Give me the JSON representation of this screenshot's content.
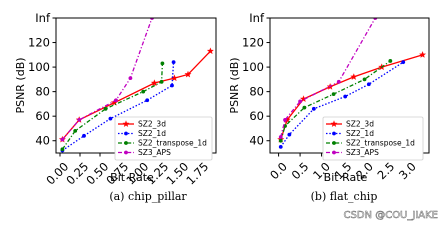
{
  "chart_data": [
    {
      "type": "line",
      "caption": "(a) chip_pillar",
      "xlabel": "Bit Rate",
      "ylabel": "PSNR (dB)",
      "xlim": [
        -0.05,
        1.95
      ],
      "ylim": [
        30,
        140
      ],
      "x_ticks": [
        0.0,
        0.25,
        0.5,
        0.75,
        1.0,
        1.25,
        1.5,
        1.75
      ],
      "x_tick_labels": [
        "0.00",
        "0.25",
        "0.50",
        "0.75",
        "1.00",
        "1.25",
        "1.50",
        "1.75"
      ],
      "y_ticks": [
        40,
        60,
        80,
        100,
        120,
        140
      ],
      "y_tick_labels": [
        "40",
        "60",
        "80",
        "100",
        "120",
        "Inf"
      ],
      "legend_position": "lower-right",
      "series": [
        {
          "name": "SZ2_3d",
          "color": "#ff0000",
          "dash": "solid",
          "marker": "star",
          "points": [
            [
              0.03,
              41
            ],
            [
              0.24,
              57
            ],
            [
              0.68,
              71
            ],
            [
              1.18,
              87
            ],
            [
              1.43,
              91
            ],
            [
              1.6,
              94
            ],
            [
              1.88,
              113
            ]
          ]
        },
        {
          "name": "SZ2_1d",
          "color": "#0000ff",
          "dash": "dotted",
          "marker": "circle",
          "points": [
            [
              0.03,
              32
            ],
            [
              0.3,
              44
            ],
            [
              0.63,
              58
            ],
            [
              1.09,
              73
            ],
            [
              1.4,
              85
            ],
            [
              1.42,
              104
            ]
          ]
        },
        {
          "name": "SZ2_transpose_1d",
          "color": "#008000",
          "dash": "dashdot",
          "marker": "circle",
          "points": [
            [
              0.03,
              33
            ],
            [
              0.19,
              48
            ],
            [
              0.57,
              66
            ],
            [
              1.04,
              80
            ],
            [
              1.27,
              88
            ],
            [
              1.28,
              103
            ]
          ]
        },
        {
          "name": "SZ3_APS",
          "color": "#c000c0",
          "dash": "dashdot",
          "marker": "circle",
          "points": [
            [
              0.03,
              41
            ],
            [
              0.24,
              57
            ],
            [
              0.7,
              73
            ],
            [
              0.88,
              91
            ],
            [
              1.15,
              140
            ]
          ]
        }
      ]
    },
    {
      "type": "line",
      "caption": "(b) flat_chip",
      "xlabel": "Bit Rate",
      "ylabel": "PSNR (dB)",
      "xlim": [
        -0.2,
        3.5
      ],
      "ylim": [
        30,
        140
      ],
      "x_ticks": [
        0.0,
        0.5,
        1.0,
        1.5,
        2.0,
        2.5,
        3.0
      ],
      "x_tick_labels": [
        "0.0",
        "0.5",
        "1.0",
        "1.5",
        "2.0",
        "2.5",
        "3.0"
      ],
      "y_ticks": [
        40,
        60,
        80,
        100,
        120,
        140
      ],
      "y_tick_labels": [
        "40",
        "60",
        "80",
        "100",
        "120",
        "Inf"
      ],
      "legend_position": "lower-right",
      "series": [
        {
          "name": "SZ2_3d",
          "color": "#ff0000",
          "dash": "solid",
          "marker": "star",
          "points": [
            [
              0.05,
              41
            ],
            [
              0.2,
              57
            ],
            [
              0.58,
              74
            ],
            [
              1.2,
              84
            ],
            [
              1.75,
              92
            ],
            [
              2.4,
              100
            ],
            [
              3.35,
              110
            ]
          ]
        },
        {
          "name": "SZ2_1d",
          "color": "#0000ff",
          "dash": "dotted",
          "marker": "circle",
          "points": [
            [
              0.05,
              35
            ],
            [
              0.25,
              45
            ],
            [
              0.82,
              66
            ],
            [
              1.55,
              76
            ],
            [
              2.1,
              86
            ],
            [
              2.9,
              104
            ]
          ]
        },
        {
          "name": "SZ2_transpose_1d",
          "color": "#008000",
          "dash": "dashdot",
          "marker": "circle",
          "points": [
            [
              0.05,
              40
            ],
            [
              0.15,
              52
            ],
            [
              0.6,
              67
            ],
            [
              1.28,
              78
            ],
            [
              2.0,
              90
            ],
            [
              2.6,
              105
            ]
          ]
        },
        {
          "name": "SZ3_APS",
          "color": "#c000c0",
          "dash": "dashdot",
          "marker": "circle",
          "points": [
            [
              0.05,
              43
            ],
            [
              0.15,
              57
            ],
            [
              0.5,
              72
            ],
            [
              1.4,
              88
            ],
            [
              2.25,
              140
            ]
          ]
        }
      ]
    }
  ],
  "watermark": "CSDN @COU_JIAKE"
}
